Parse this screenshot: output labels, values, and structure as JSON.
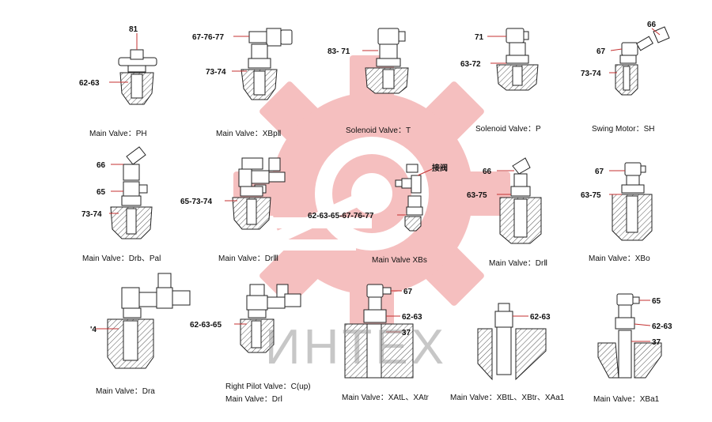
{
  "watermark": {
    "word": "ИНТЕХ",
    "gear_color": "#f3b0b0"
  },
  "valves": [
    {
      "caption": "Main Valve：PH",
      "labels": [
        "81",
        "62-63"
      ]
    },
    {
      "caption": "Main Valve：XBpⅡ",
      "labels": [
        "67-76-77",
        "73-74"
      ]
    },
    {
      "caption": "Solenoid Valve：T",
      "labels": [
        "83- 71"
      ]
    },
    {
      "caption": "Solenoid Valve：P",
      "labels": [
        "71",
        "63-72"
      ]
    },
    {
      "caption": "Swing Motor：SH",
      "labels": [
        "66",
        "67",
        "73-74"
      ]
    },
    {
      "caption": "Main Valve：Drb、Pal",
      "labels": [
        "66",
        "65",
        "73-74"
      ]
    },
    {
      "caption": "Main Valve：DrⅢ",
      "labels": [
        "65-73-74"
      ]
    },
    {
      "caption": "Main Valve XBs",
      "labels": [
        "62-63-65-67-76-77",
        "接阀"
      ]
    },
    {
      "caption": "Main Valve：DrⅡ",
      "labels": [
        "66",
        "63-75"
      ]
    },
    {
      "caption": "Main Valve：XBo",
      "labels": [
        "67",
        "63-75"
      ]
    },
    {
      "caption": "Main Valve：Dra",
      "labels": [
        "'4"
      ]
    },
    {
      "caption": "Right Pilot Valve：C(up)",
      "caption2": "Main Valve：DrⅠ",
      "labels": [
        "62-63-65"
      ]
    },
    {
      "caption": "Main Valve：XAtL、XAtr",
      "labels": [
        "67",
        "62-63",
        "37"
      ]
    },
    {
      "caption": "Main Valve：XBtL、XBtr、XAa1",
      "labels": [
        "62-63"
      ]
    },
    {
      "caption": "Main Valve：XBa1",
      "labels": [
        "65",
        "62-63",
        "37"
      ]
    }
  ]
}
